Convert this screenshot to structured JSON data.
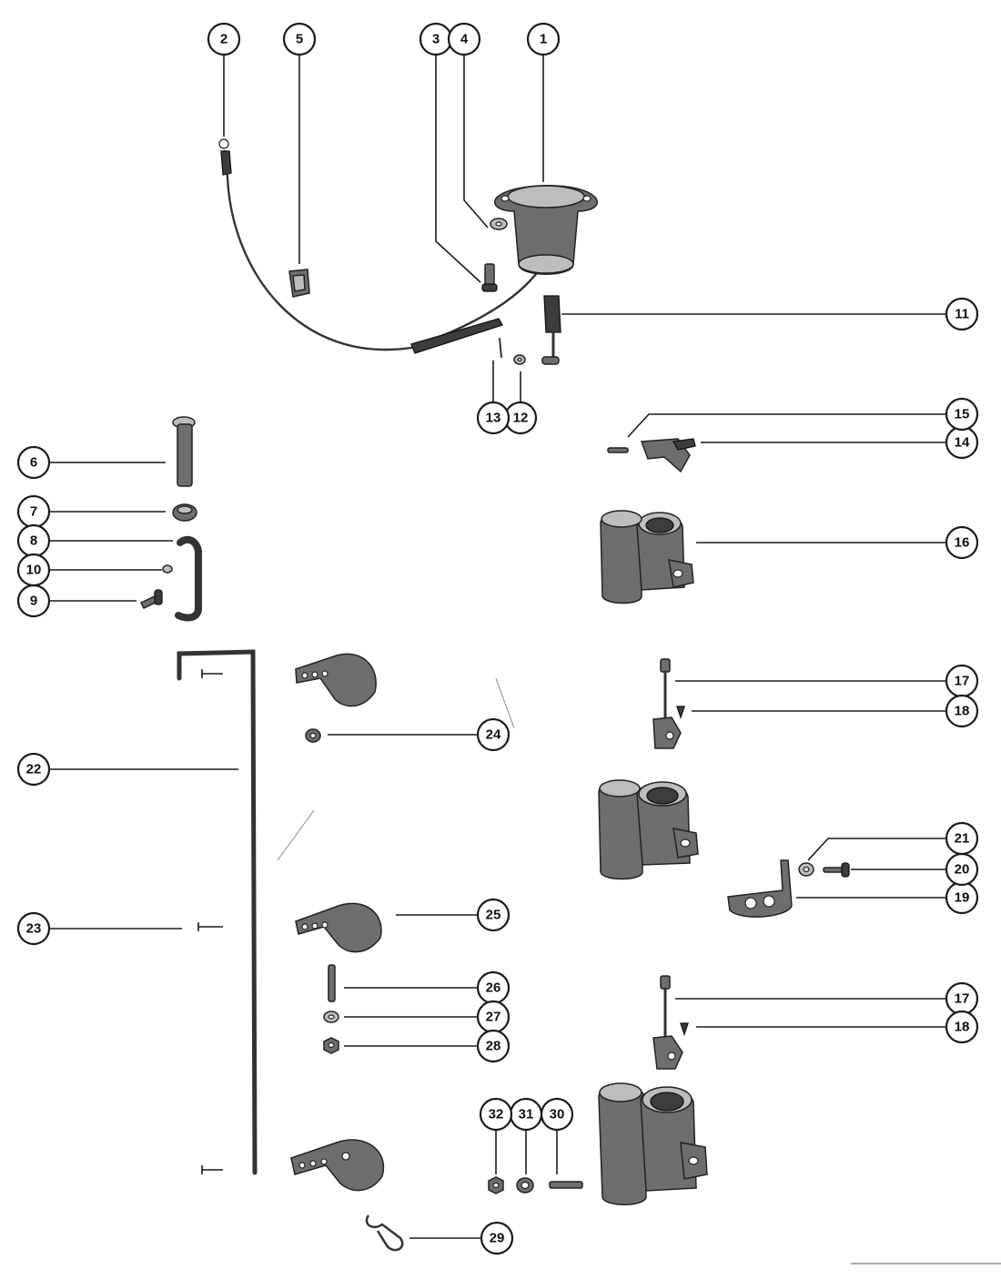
{
  "callouts": [
    {
      "label": "1"
    },
    {
      "label": "2"
    },
    {
      "label": "3"
    },
    {
      "label": "4"
    },
    {
      "label": "5"
    },
    {
      "label": "6"
    },
    {
      "label": "7"
    },
    {
      "label": "8"
    },
    {
      "label": "9"
    },
    {
      "label": "10"
    },
    {
      "label": "11"
    },
    {
      "label": "12"
    },
    {
      "label": "13"
    },
    {
      "label": "14"
    },
    {
      "label": "15"
    },
    {
      "label": "16"
    },
    {
      "label": "17"
    },
    {
      "label": "18"
    },
    {
      "label": "17"
    },
    {
      "label": "18"
    },
    {
      "label": "19"
    },
    {
      "label": "20"
    },
    {
      "label": "21"
    },
    {
      "label": "22"
    },
    {
      "label": "23"
    },
    {
      "label": "24"
    },
    {
      "label": "25"
    },
    {
      "label": "26"
    },
    {
      "label": "27"
    },
    {
      "label": "28"
    },
    {
      "label": "29"
    },
    {
      "label": "30"
    },
    {
      "label": "31"
    },
    {
      "label": "32"
    }
  ]
}
